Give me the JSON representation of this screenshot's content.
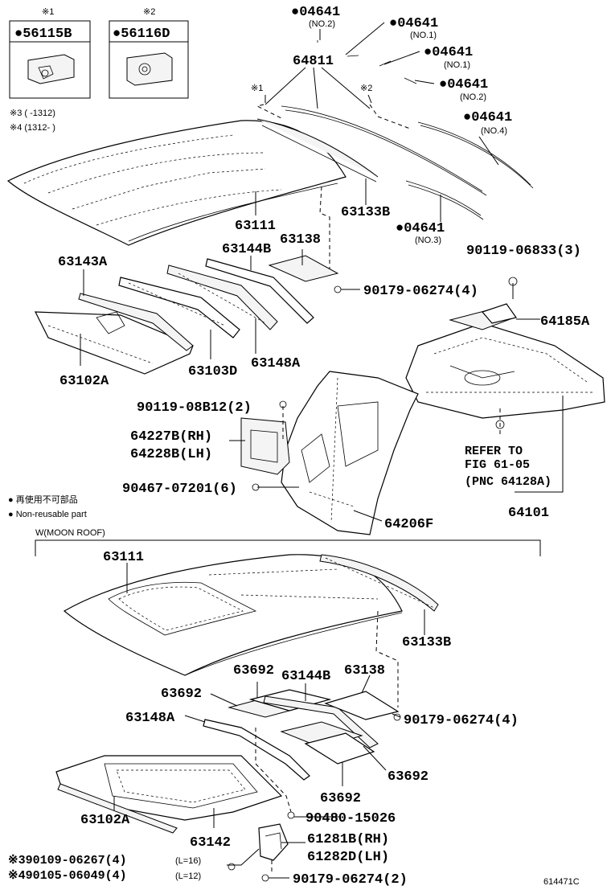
{
  "inset": {
    "left": {
      "marker": "※1",
      "code": "●56115B"
    },
    "right": {
      "marker": "※2",
      "code": "●56116D"
    }
  },
  "notes": {
    "n3": "※3 (        -1312)",
    "n4": "※4 (1312-        )"
  },
  "legend": {
    "ja": "● 再使用不可部品",
    "en": "● Non-reusable part"
  },
  "section_title": "W(MOON ROOF)",
  "figure_number": "614471C",
  "labels": {
    "l04641_no2_top": "●04641",
    "s04641_no2_top": "(NO.2)",
    "l04641_no1_a": "●04641",
    "s04641_no1_a": "(NO.1)",
    "l04641_no1_b": "●04641",
    "s04641_no1_b": "(NO.1)",
    "l04641_no2_b": "●04641",
    "s04641_no2_b": "(NO.2)",
    "l04641_no4": "●04641",
    "s04641_no4": "(NO.4)",
    "l04641_no3": "●04641",
    "s04641_no3": "(NO.3)",
    "l64811": "64811",
    "m1": "※1",
    "m2": "※2",
    "l63111_top": "63111",
    "l63133B_top": "63133B",
    "l63143A": "63143A",
    "l63144B_top": "63144B",
    "l63138_top": "63138",
    "l90179_top": "90179-06274(4)",
    "l90119_06833": "90119-06833(3)",
    "l64185A": "64185A",
    "l63102A_top": "63102A",
    "l63103D": "63103D",
    "l63148A_top": "63148A",
    "l90119_08B12": "90119-08B12(2)",
    "l64227B": "64227B(RH)",
    "l64228B": "64228B(LH)",
    "l90467": "90467-07201(6)",
    "l64206F": "64206F",
    "ref1": "REFER TO",
    "ref2": "FIG 61-05",
    "ref3": "(PNC 64128A)",
    "l64101": "64101",
    "l63111_bot": "63111",
    "l63133B_bot": "63133B",
    "l63692_a": "63692",
    "l63144B_bot": "63144B",
    "l63138_bot": "63138",
    "l63692_b": "63692",
    "l90179_mid": "90179-06274(4)",
    "l63148A_bot": "63148A",
    "l63692_c": "63692",
    "l63692_d": "63692",
    "l90480": "90480-15026",
    "l63102A_bot": "63102A",
    "l63142": "63142",
    "l61281B": "61281B(RH)",
    "l61282D": "61282D(LH)",
    "l90109": "※390109-06267(4)",
    "s90109": "(L=16)",
    "l90105": "※490105-06049(4)",
    "s90105": "(L=12)",
    "l90179_bot": "90179-06274(2)"
  }
}
